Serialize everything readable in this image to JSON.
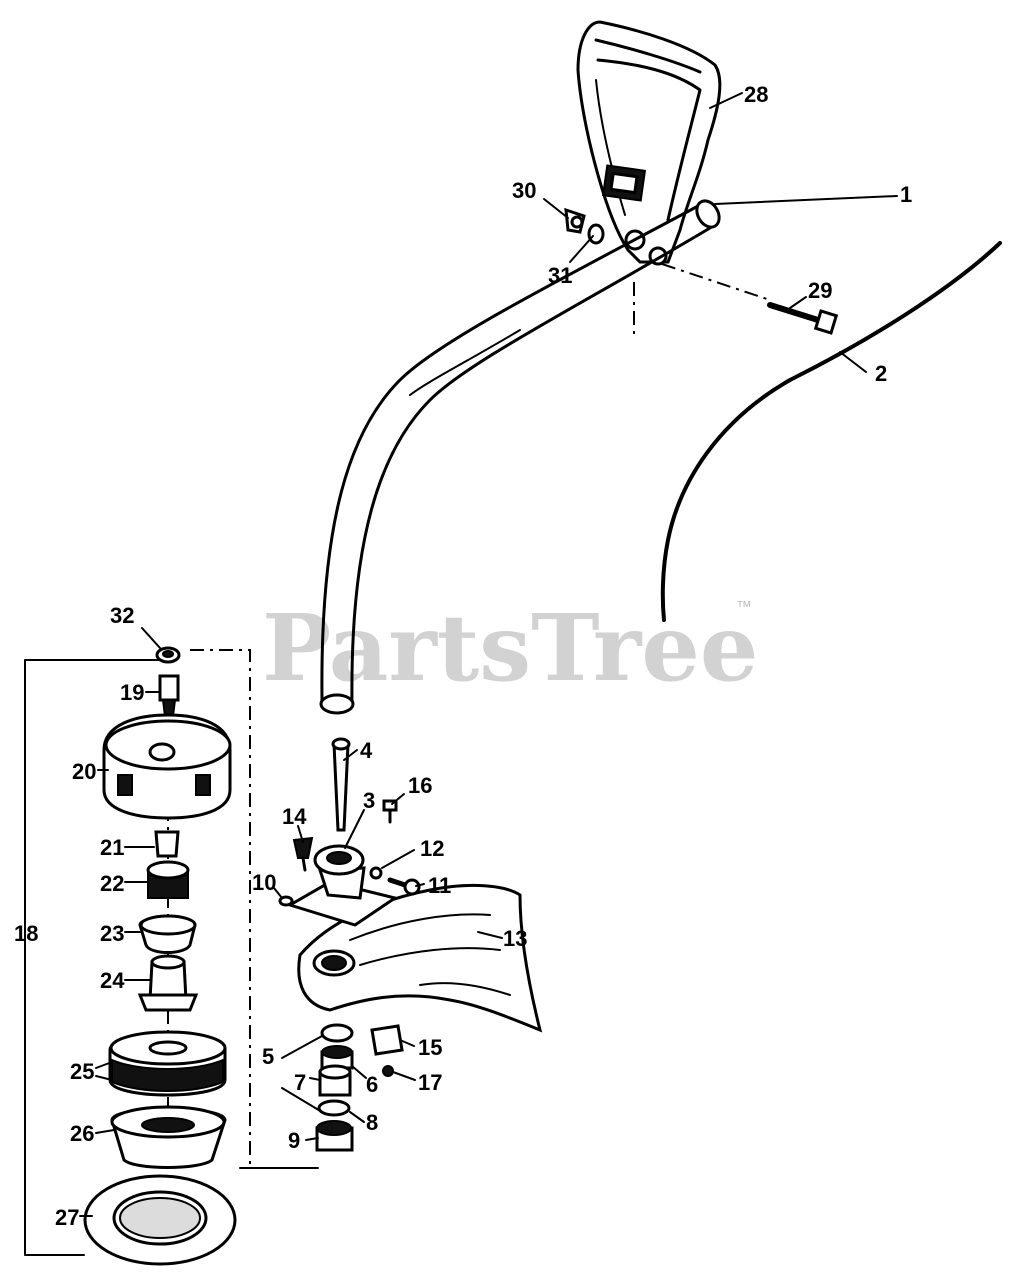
{
  "watermark": {
    "brand": "PartsTree",
    "trademark": "™"
  },
  "callouts": [
    {
      "id": "1",
      "label": "1"
    },
    {
      "id": "2",
      "label": "2"
    },
    {
      "id": "3",
      "label": "3"
    },
    {
      "id": "4",
      "label": "4"
    },
    {
      "id": "5",
      "label": "5"
    },
    {
      "id": "6",
      "label": "6"
    },
    {
      "id": "7",
      "label": "7"
    },
    {
      "id": "8",
      "label": "8"
    },
    {
      "id": "9",
      "label": "9"
    },
    {
      "id": "10",
      "label": "10"
    },
    {
      "id": "11",
      "label": "11"
    },
    {
      "id": "12",
      "label": "12"
    },
    {
      "id": "13",
      "label": "13"
    },
    {
      "id": "14",
      "label": "14"
    },
    {
      "id": "15",
      "label": "15"
    },
    {
      "id": "16",
      "label": "16"
    },
    {
      "id": "17",
      "label": "17"
    },
    {
      "id": "18",
      "label": "18"
    },
    {
      "id": "19",
      "label": "19"
    },
    {
      "id": "20",
      "label": "20"
    },
    {
      "id": "21",
      "label": "21"
    },
    {
      "id": "22",
      "label": "22"
    },
    {
      "id": "23",
      "label": "23"
    },
    {
      "id": "24",
      "label": "24"
    },
    {
      "id": "25",
      "label": "25"
    },
    {
      "id": "26",
      "label": "26"
    },
    {
      "id": "27",
      "label": "27"
    },
    {
      "id": "28",
      "label": "28"
    },
    {
      "id": "29",
      "label": "29"
    },
    {
      "id": "30",
      "label": "30"
    },
    {
      "id": "31",
      "label": "31"
    },
    {
      "id": "32",
      "label": "32"
    }
  ]
}
